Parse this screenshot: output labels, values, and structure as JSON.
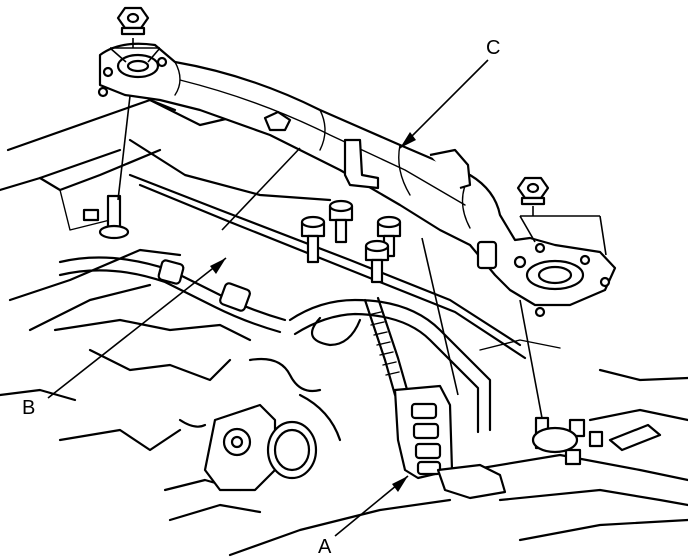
{
  "diagram": {
    "labels": {
      "a": "A",
      "b": "B",
      "c": "C"
    }
  }
}
